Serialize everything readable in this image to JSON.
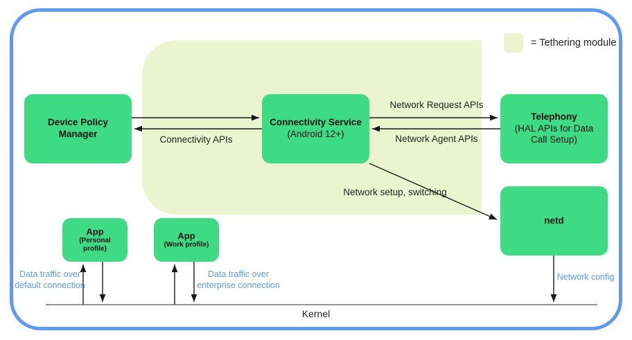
{
  "legend": {
    "swatch_label": "= Tethering module"
  },
  "nodes": {
    "device_policy_manager": {
      "title": "Device Policy Manager"
    },
    "connectivity_service": {
      "title": "Connectivity Service",
      "subtitle": "(Android 12+)"
    },
    "telephony": {
      "title": "Telephony",
      "subtitle": "(HAL APIs for Data Call Setup)"
    },
    "netd": {
      "title": "netd"
    },
    "app_personal": {
      "title": "App",
      "subtitle": "(Personal profile)"
    },
    "app_work": {
      "title": "App",
      "subtitle": "(Work profile)"
    }
  },
  "edge_labels": {
    "connectivity_apis": "Connectivity APIs",
    "network_request_apis": "Network Request APIs",
    "network_agent_apis": "Network Agent APIs",
    "network_setup_switching": "Network setup, switching",
    "data_traffic_default": "Data traffic over default connection",
    "data_traffic_enterprise": "Data traffic over enterprise connection",
    "network_config": "Network config"
  },
  "kernel": {
    "label": "Kernel"
  },
  "colors": {
    "node_green": "#3ddc84",
    "tethering_bg": "#ecf4cf",
    "frame_blue": "#5b9bf8",
    "blue_text": "#5b9bf8",
    "arrow_black": "#1a1a1a"
  }
}
